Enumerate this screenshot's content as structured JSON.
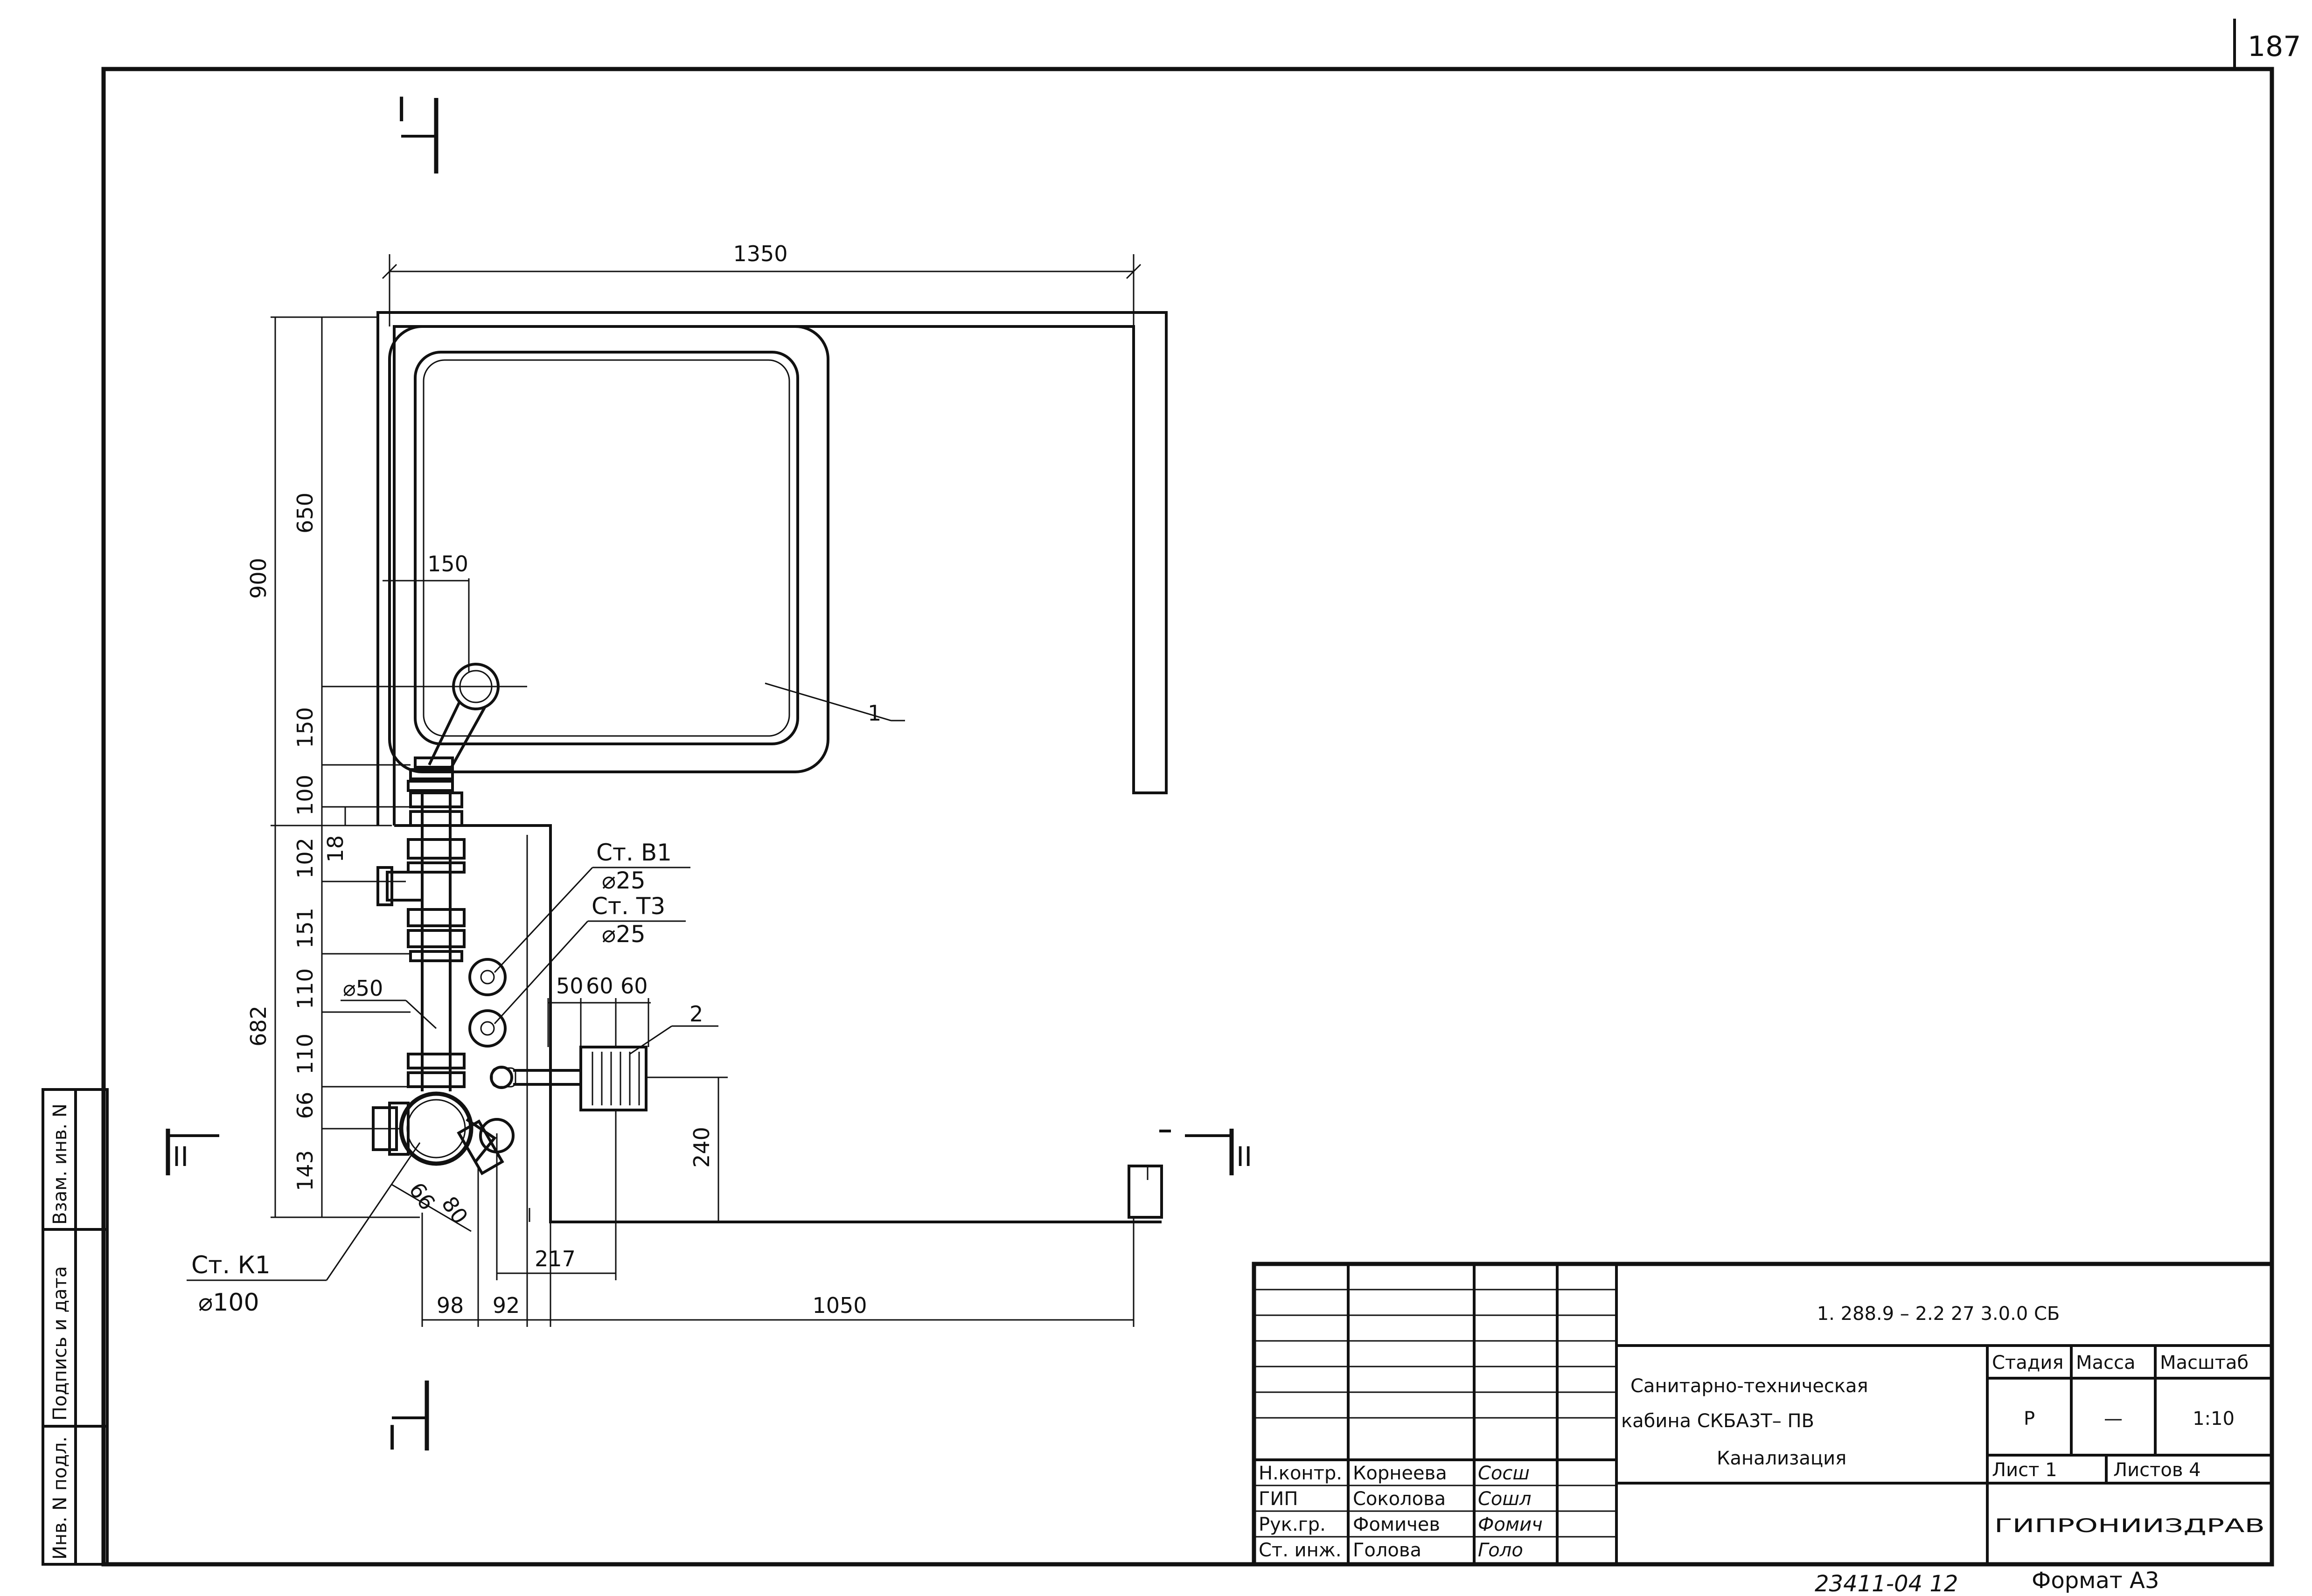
{
  "sheet": {
    "number": "187"
  },
  "sections": {
    "cut_I": "I",
    "cut_II": "II"
  },
  "dimensions": {
    "width_total": "1350",
    "height_900": "900",
    "height_650": "650",
    "offset_150_h": "150",
    "height_150": "150",
    "height_100": "100",
    "height_102": "102",
    "height_18": "18",
    "height_151": "151",
    "height_110_a": "110",
    "height_110_b": "110",
    "height_66": "66",
    "height_143": "143",
    "height_682": "682",
    "width_50": "50",
    "width_60_a": "60",
    "width_60_b": "60",
    "height_240": "240",
    "width_217": "217",
    "width_98": "98",
    "width_92": "92",
    "width_1050": "1050",
    "diag_66": "66",
    "diag_80": "80"
  },
  "labels": {
    "riser_b1": "Ст. В1",
    "riser_b1_d": "⌀25",
    "riser_t3": "Ст. Т3",
    "riser_t3_d": "⌀25",
    "pipe_d50": "⌀50",
    "riser_k1": "Ст. К1",
    "riser_k1_d": "⌀100",
    "pos_1": "1",
    "pos_2": "2"
  },
  "side_strip": {
    "cells": [
      "Инв. N подл.",
      "Подпись и дата",
      "Взам. инв. N"
    ]
  },
  "title_block": {
    "doc_code": "1. 288.9 – 2.2   27   3.0.0 СБ",
    "title_line1": "Санитарно-техническая",
    "title_line2": "кабина  СКБА3Т– ПВ",
    "title_line3": "Канализация",
    "stage_header": "Стадия",
    "mass_header": "Масса",
    "scale_header": "Масштаб",
    "stage_value": "Р",
    "mass_value": "—",
    "scale_value": "1:10",
    "sheet_label": "Лист  1",
    "sheets_label": "Листов 4",
    "org": "ГИПРОНИИЗДРАВ",
    "staff": [
      {
        "role": "Н.контр.",
        "name": "Корнеева",
        "signature": "Сосш"
      },
      {
        "role": "ГИП",
        "name": "Соколова",
        "signature": "Сошл"
      },
      {
        "role": "Рук.гр.",
        "name": "Фомичев",
        "signature": "Фомич"
      },
      {
        "role": "Ст. инж.",
        "name": "Голова",
        "signature": "Голо"
      }
    ]
  },
  "footer": {
    "inventory": "23411-04   12",
    "format": "Формат А3"
  }
}
